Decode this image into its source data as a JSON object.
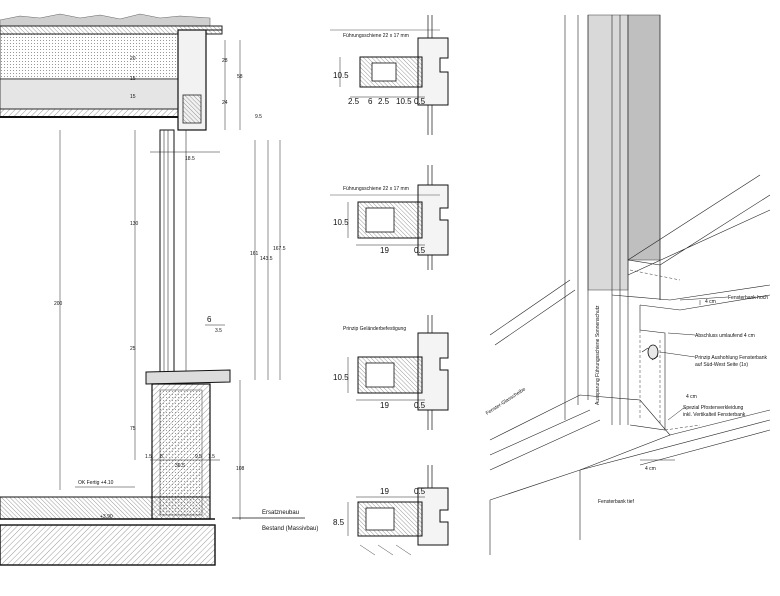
{
  "section": {
    "dims_top": [
      "28",
      "58",
      "24",
      "20",
      "15",
      "15"
    ],
    "dims_mid": [
      "130",
      "161",
      "143.5",
      "167.5",
      "200",
      "25",
      "75",
      "108"
    ],
    "dims_small": [
      "18.5",
      "6",
      "3.5",
      "9.5",
      "1.5",
      "8",
      "36.5",
      "9.5",
      "1.5"
    ],
    "ok_fertig": "OK Fertig +4.10",
    "level_mark": "+3.90",
    "legend_new": "Ersatzneubau",
    "legend_old": "Bestand (Massivbau)"
  },
  "details": [
    {
      "title": "Führungsschiene 22 x 17 mm",
      "dims": [
        "2.5",
        "6",
        "2.5",
        "10.5",
        "0.5"
      ],
      "side_dim": "10.5"
    },
    {
      "title": "Führungsschiene 22 x 17 mm",
      "dims": [
        "19",
        "0.5"
      ],
      "side_dim": "10.5"
    },
    {
      "title": "Prinzip Geländerbefestigung",
      "dims": [
        "19",
        "0.5"
      ],
      "side_dim": "10.5"
    },
    {
      "title": "",
      "dims": [
        "19",
        "0.5"
      ],
      "side_dim": "8.5"
    }
  ],
  "axon": {
    "labels": {
      "fensterbank_hoch": "Fensterbank hoch",
      "abschluss": "Abschluss umlaufend 4 cm",
      "prinzip_line1": "Prinzip Aushohlung Fensterbank",
      "prinzip_line2": "auf Süd-West Seite (1x)",
      "spezial_line1": "Spezial Pfostenverkleidung",
      "spezial_line2": "inkl. Vertikalteil Fensterbank",
      "aussparung": "Aussparung Führungsschiene Sonnenschutz",
      "glasscheibe": "Fenster-Glasscheibe",
      "fensterbank_tief": "Fensterbank tief",
      "four_cm_a": "4 cm",
      "four_cm_b": "4 cm",
      "four_cm_c": "4 cm"
    }
  }
}
